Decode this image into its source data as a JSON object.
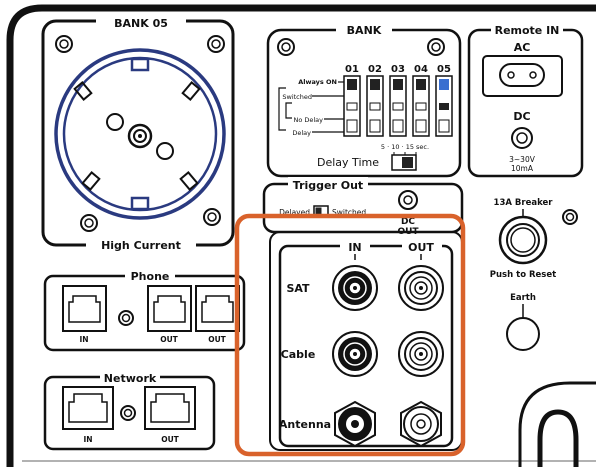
{
  "colors": {
    "panel_outline": "#111111",
    "highlight_box": "#d9622b",
    "selector_led": "#3a6fd0",
    "background": "#ffffff"
  },
  "bank05": {
    "title": "BANK 05",
    "footer": "High Current"
  },
  "bank": {
    "title": "BANK",
    "outlets": [
      {
        "label": "01",
        "selected": "Always ON"
      },
      {
        "label": "02",
        "selected": "Always ON"
      },
      {
        "label": "03",
        "selected": "Always ON"
      },
      {
        "label": "04",
        "selected": "Always ON"
      },
      {
        "label": "05",
        "selected": "Switched"
      }
    ],
    "mode_always_on": "Always ON",
    "mode_switched": "Switched",
    "mode_no_delay": "No Delay",
    "mode_delay": "Delay",
    "delay_time_label": "Delay Time",
    "delay_options": "5 · 10 · 15 sec."
  },
  "remote_in": {
    "title": "Remote IN",
    "ac_label": "AC",
    "dc_label": "DC",
    "dc_rating_1": "3~30V",
    "dc_rating_2": "10mA"
  },
  "trigger_out": {
    "title": "Trigger Out",
    "delayed_label": "Delayed",
    "switched_label": "Switched",
    "dc_out_1": "DC",
    "dc_out_2": "OUT"
  },
  "breaker": {
    "title": "13A Breaker",
    "reset_label": "Push to Reset",
    "earth_label": "Earth"
  },
  "phone": {
    "title": "Phone",
    "ports": [
      "IN",
      "OUT",
      "OUT"
    ]
  },
  "network": {
    "title": "Network",
    "ports": [
      "IN",
      "OUT"
    ]
  },
  "coax": {
    "col_in": "IN",
    "col_out": "OUT",
    "rows": [
      "SAT",
      "Cable",
      "Antenna"
    ]
  }
}
